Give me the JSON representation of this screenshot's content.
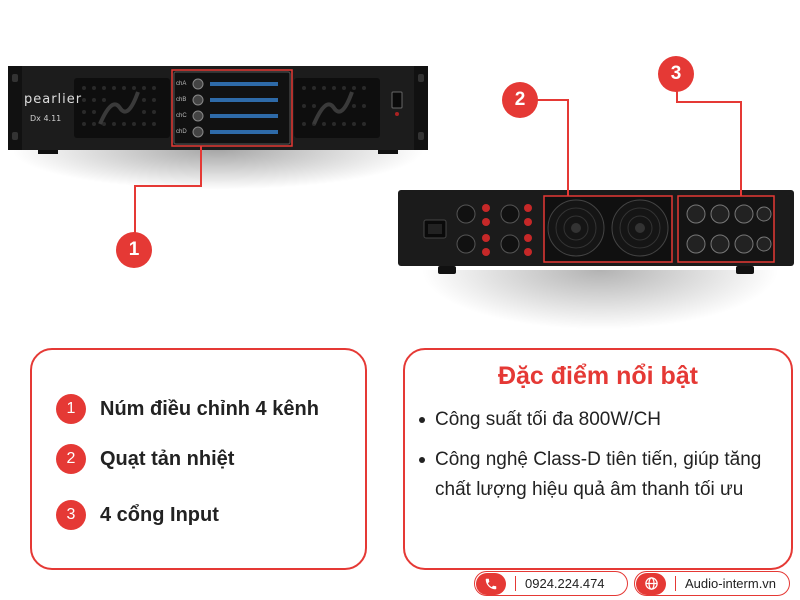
{
  "front_amp": {
    "brand": "pearlier",
    "model": "Dx 4.11",
    "channels": [
      "chA",
      "chB",
      "chC",
      "chD"
    ]
  },
  "callouts": [
    "1",
    "2",
    "3"
  ],
  "components_panel": {
    "items": [
      {
        "number": "1",
        "label": "Núm điều chỉnh 4 kênh"
      },
      {
        "number": "2",
        "label": "Quạt tản nhiệt"
      },
      {
        "number": "3",
        "label": "4 cổng Input"
      }
    ]
  },
  "features_panel": {
    "title": "Đặc điểm nổi bật",
    "bullets": [
      "Công suất tối đa 800W/CH",
      "Công nghệ Class-D tiên tiến, giúp tăng chất lượng hiệu quả âm thanh tối ưu"
    ]
  },
  "contact": {
    "phone": "0924.224.474",
    "website": "Audio-interm.vn"
  },
  "colors": {
    "accent": "#e53935",
    "chassis": "#1a1a1a",
    "text": "#222222"
  },
  "icons": {
    "phone": "phone-icon",
    "web": "globe-icon"
  }
}
